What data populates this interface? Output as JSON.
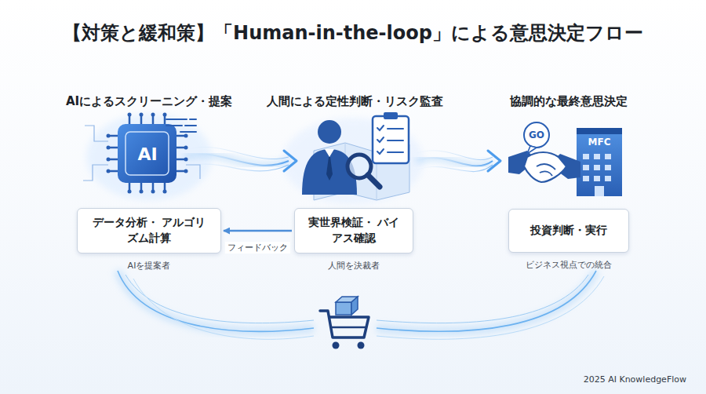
{
  "diagram": {
    "title": "【対策と緩和策】「Human-in-the-loop」による意思決定フロー",
    "nodes": [
      {
        "text": [
          "データ分析・ アルゴリズム計算",
          "AIを提案者"
        ]
      },
      {
        "text": [
          "実世界検証・ バイアス確認",
          "人間を決裁者"
        ]
      },
      {
        "text": [
          "投資判断・実行",
          "ビジネス視点での統合"
        ]
      }
    ],
    "edges": [
      {
        "from": 1,
        "to": 0,
        "arrow": "to",
        "label": "フィードバック"
      }
    ],
    "labels": [
      "AIによるスクリーニング・提案",
      "人間による定性判断・リスク監査",
      "協調的な最終意思決定",
      "AI",
      "GO",
      "MFC",
      "2025 AI KnowledgeFlow"
    ]
  }
}
